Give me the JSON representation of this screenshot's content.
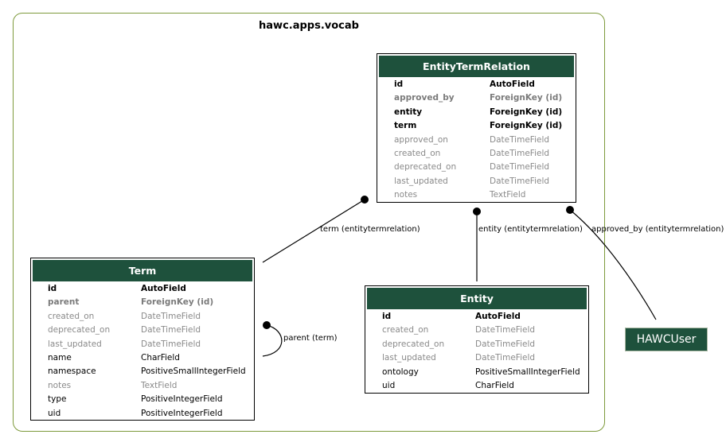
{
  "app": {
    "label": "hawc.apps.vocab"
  },
  "models": {
    "entitytermrelation": {
      "title": "EntityTermRelation",
      "fields": [
        {
          "name": "id",
          "type": "AutoField",
          "kind": "pk"
        },
        {
          "name": "approved_by",
          "type": "ForeignKey (id)",
          "kind": "fk"
        },
        {
          "name": "entity",
          "type": "ForeignKey (id)",
          "kind": "fk-strong"
        },
        {
          "name": "term",
          "type": "ForeignKey (id)",
          "kind": "fk-strong"
        },
        {
          "name": "approved_on",
          "type": "DateTimeField",
          "kind": "muted"
        },
        {
          "name": "created_on",
          "type": "DateTimeField",
          "kind": "muted"
        },
        {
          "name": "deprecated_on",
          "type": "DateTimeField",
          "kind": "muted"
        },
        {
          "name": "last_updated",
          "type": "DateTimeField",
          "kind": "muted"
        },
        {
          "name": "notes",
          "type": "TextField",
          "kind": "muted"
        }
      ]
    },
    "term": {
      "title": "Term",
      "fields": [
        {
          "name": "id",
          "type": "AutoField",
          "kind": "pk"
        },
        {
          "name": "parent",
          "type": "ForeignKey (id)",
          "kind": "fk"
        },
        {
          "name": "created_on",
          "type": "DateTimeField",
          "kind": "muted"
        },
        {
          "name": "deprecated_on",
          "type": "DateTimeField",
          "kind": "muted"
        },
        {
          "name": "last_updated",
          "type": "DateTimeField",
          "kind": "muted"
        },
        {
          "name": "name",
          "type": "CharField",
          "kind": "plain"
        },
        {
          "name": "namespace",
          "type": "PositiveSmallIntegerField",
          "kind": "plain"
        },
        {
          "name": "notes",
          "type": "TextField",
          "kind": "muted"
        },
        {
          "name": "type",
          "type": "PositiveIntegerField",
          "kind": "plain"
        },
        {
          "name": "uid",
          "type": "PositiveIntegerField",
          "kind": "plain"
        }
      ]
    },
    "entity": {
      "title": "Entity",
      "fields": [
        {
          "name": "id",
          "type": "AutoField",
          "kind": "pk"
        },
        {
          "name": "created_on",
          "type": "DateTimeField",
          "kind": "muted"
        },
        {
          "name": "deprecated_on",
          "type": "DateTimeField",
          "kind": "muted"
        },
        {
          "name": "last_updated",
          "type": "DateTimeField",
          "kind": "muted"
        },
        {
          "name": "ontology",
          "type": "PositiveSmallIntegerField",
          "kind": "plain"
        },
        {
          "name": "uid",
          "type": "CharField",
          "kind": "plain"
        }
      ]
    }
  },
  "external": {
    "hawcuser": "HAWCUser"
  },
  "relations": {
    "term_label": "term (entitytermrelation)",
    "entity_label": "entity (entitytermrelation)",
    "approved_by_label": "approved_by (entitytermrelation)",
    "parent_label": "parent (term)"
  },
  "colors": {
    "header": "#1e513c",
    "cluster_border": "#7e9a3c"
  }
}
